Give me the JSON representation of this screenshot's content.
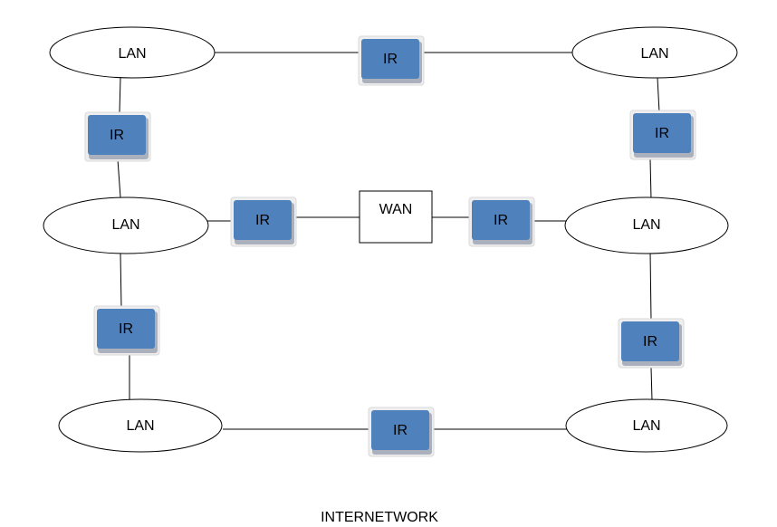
{
  "lans": [
    {
      "id": "lan-top-left",
      "label": "LAN"
    },
    {
      "id": "lan-top-right",
      "label": "LAN"
    },
    {
      "id": "lan-middle-left",
      "label": "LAN"
    },
    {
      "id": "lan-middle-right",
      "label": "LAN"
    },
    {
      "id": "lan-bottom-left",
      "label": "LAN"
    },
    {
      "id": "lan-bottom-right",
      "label": "LAN"
    }
  ],
  "routers": [
    {
      "id": "router-top",
      "label": "IR"
    },
    {
      "id": "router-left-upper",
      "label": "IR"
    },
    {
      "id": "router-right-upper",
      "label": "IR"
    },
    {
      "id": "router-middle-left",
      "label": "IR"
    },
    {
      "id": "router-middle-right",
      "label": "IR"
    },
    {
      "id": "router-left-lower",
      "label": "IR"
    },
    {
      "id": "router-right-lower",
      "label": "IR"
    },
    {
      "id": "router-bottom",
      "label": "IR"
    }
  ],
  "wan": {
    "label": "WAN"
  },
  "caption": "INTERNETWORK",
  "colors": {
    "router_fill": "#4f81bd",
    "router_frame": "#eeeeee",
    "line": "#000000"
  }
}
